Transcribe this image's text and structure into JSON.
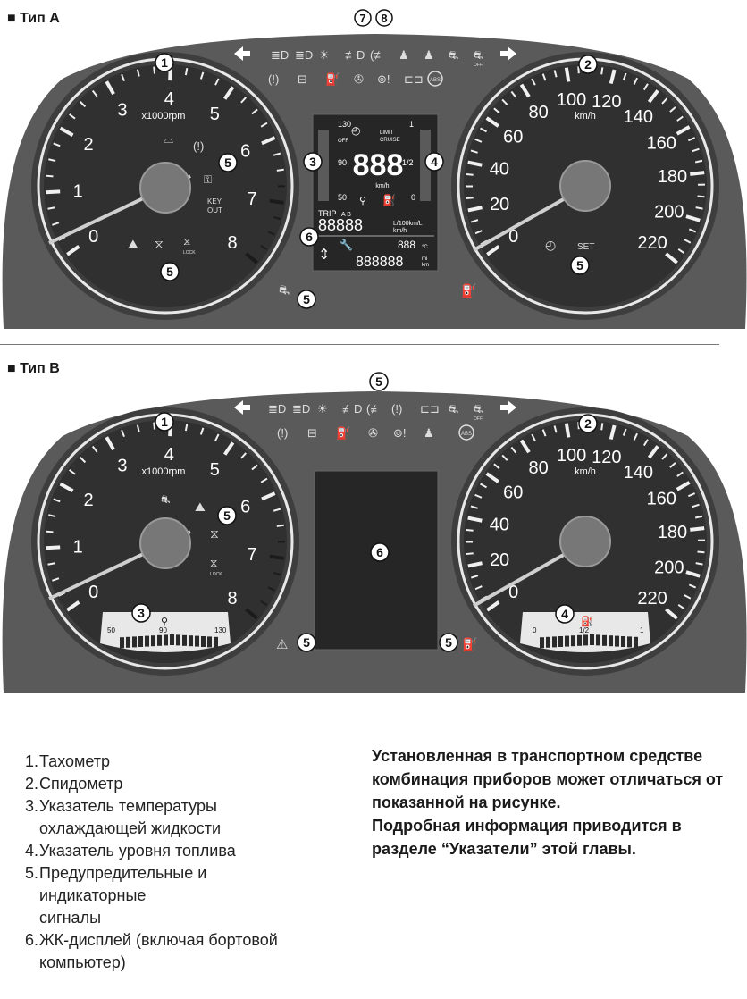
{
  "sections": [
    {
      "title": "■ Тип A",
      "tacho_unit": "x1000rpm",
      "speedo_unit": "km/h",
      "callouts": {
        "tach": "1",
        "speed": "2",
        "temp": "3",
        "fuel": "4",
        "warn_tach_top": "5",
        "warn_tach_bottom": "5",
        "warn_bottom_center": "5",
        "warn_speed": "5",
        "lcd": "6",
        "top_left": "7",
        "top_right": "8"
      },
      "lcd": {
        "temp_high": "130",
        "temp_mid": "90",
        "temp_low": "50",
        "fuel_full": "1",
        "fuel_half": "1/2",
        "fuel_empty": "0",
        "off": "OFF",
        "limit": "LIMIT",
        "cruise": "CRUISE",
        "speed_digits": "888",
        "speed_unit": "km/h",
        "trip": "TRIP",
        "trip_ab": "A B",
        "trip_digits": "88888",
        "trip_unit_1": "L/100km/L",
        "trip_unit_2": "km/h",
        "temp_digits": "888",
        "temp_unit": "°C",
        "odo_digits": "888888",
        "odo_unit_1": "mi",
        "odo_unit_2": "km"
      },
      "labels": {
        "key_out_1": "KEY",
        "key_out_2": "OUT",
        "lock": "LOCK",
        "set": "SET",
        "off": "OFF"
      }
    },
    {
      "title": "■ Тип B",
      "tacho_unit": "x1000rpm",
      "speedo_unit": "km/h",
      "callouts": {
        "tach": "1",
        "speed": "2",
        "temp": "3",
        "fuel": "4",
        "warn_top": "5",
        "warn_tach": "5",
        "warn_left": "5",
        "warn_right": "5",
        "lcd": "6"
      },
      "temp_gauge": {
        "low": "50",
        "mid": "90",
        "high": "130"
      },
      "fuel_gauge": {
        "empty": "0",
        "half": "1/2",
        "full": "1"
      },
      "labels": {
        "lock": "LOCK",
        "off": "OFF"
      }
    }
  ],
  "tach_numbers": [
    "0",
    "1",
    "2",
    "3",
    "4",
    "5",
    "6",
    "7",
    "8"
  ],
  "speed_numbers": [
    "0",
    "20",
    "40",
    "60",
    "80",
    "100",
    "120",
    "140",
    "160",
    "180",
    "200",
    "220"
  ],
  "legend": [
    {
      "num": "1.",
      "text": "Тахометр"
    },
    {
      "num": "2.",
      "text": "Спидометр"
    },
    {
      "num": "3.",
      "text": "Указатель температуры\nохлаждающей жидкости"
    },
    {
      "num": "4.",
      "text": "Указатель уровня топлива"
    },
    {
      "num": "5.",
      "text": "Предупредительные и\nиндикаторные\nсигналы"
    },
    {
      "num": "6.",
      "text": "ЖК-дисплей (включая бортовой\nкомпьютер)"
    }
  ],
  "note": [
    "Установленная в транспортном средстве комбинация приборов может отличаться от показанной на рисунке.",
    "Подробная информация приводится в разделе “Указатели” этой главы."
  ],
  "colors": {
    "bezel": "#5a5a5a",
    "dial": "#2f2f2f",
    "ring": "#e8e8e8",
    "text": "#ffffff",
    "red_zone": "#222222"
  }
}
